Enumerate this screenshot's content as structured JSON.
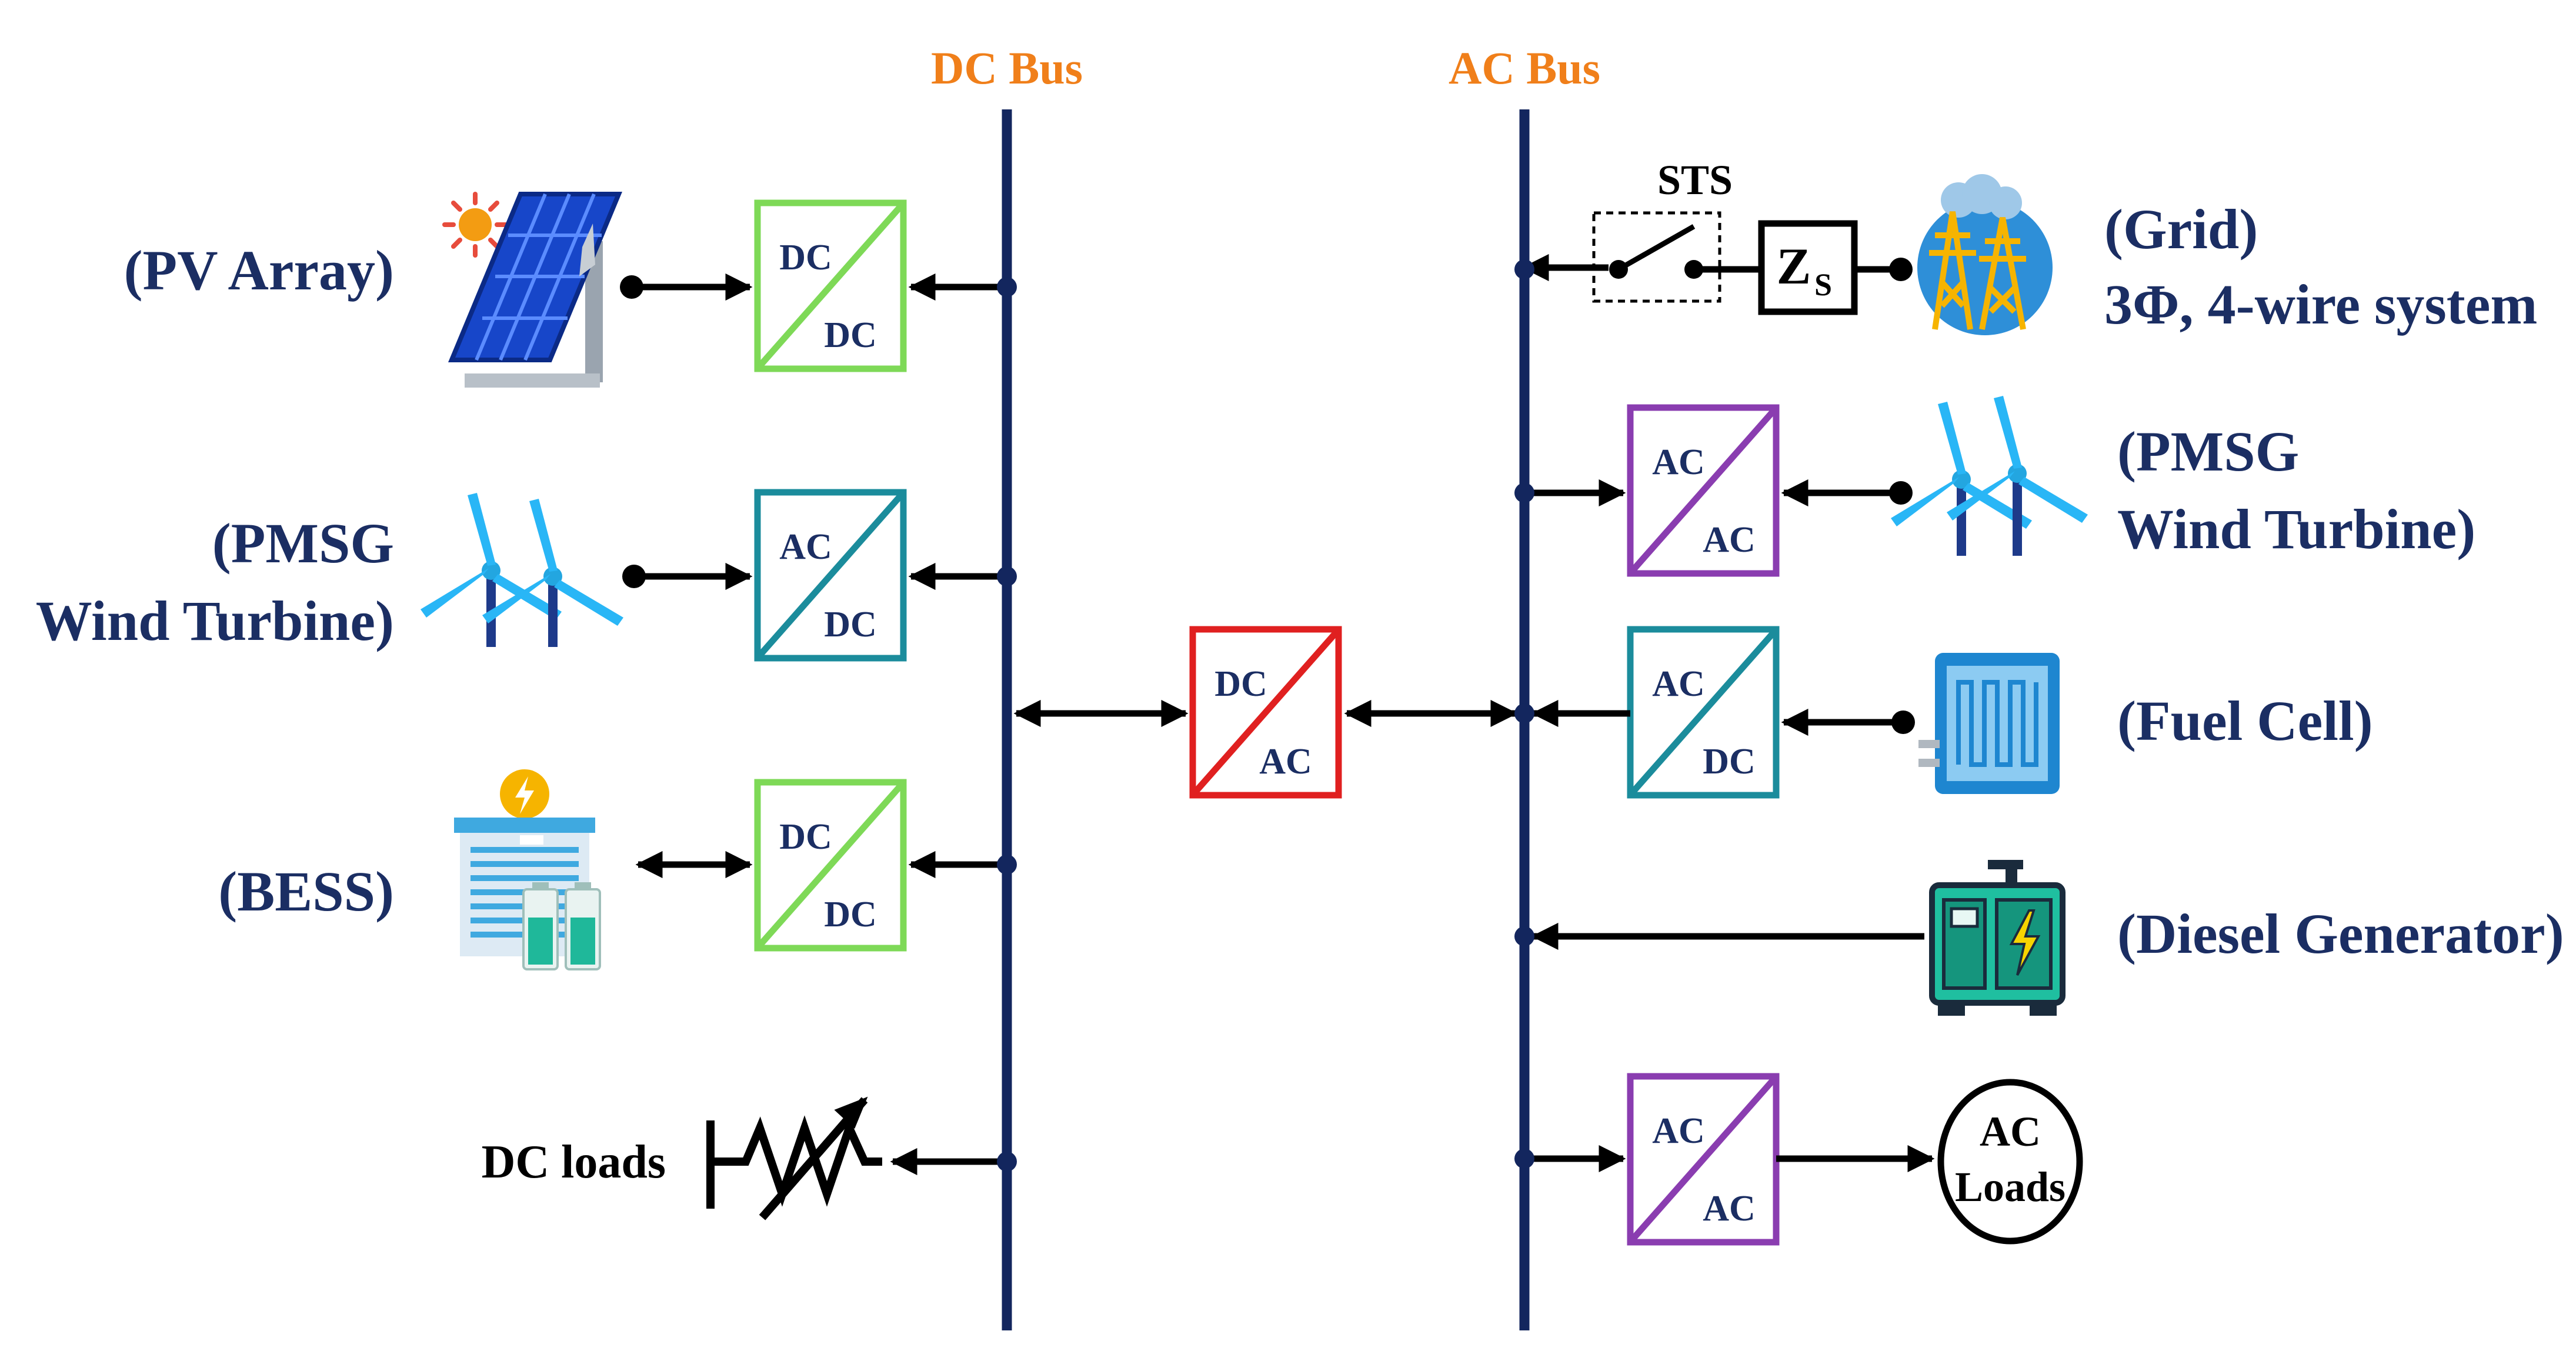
{
  "buses": {
    "dc": "DC Bus",
    "ac": "AC Bus"
  },
  "left_sources": {
    "pv": "(PV Array)",
    "wind": [
      "(PMSG",
      "Wind Turbine)"
    ],
    "bess": "(BESS)",
    "dc_loads": "DC loads"
  },
  "right_sources": {
    "grid": [
      "(Grid)",
      "3Φ, 4-wire system"
    ],
    "wind": [
      "(PMSG",
      "Wind Turbine)"
    ],
    "fuel_cell": "(Fuel Cell)",
    "diesel": "(Diesel Generator)",
    "ac_loads": [
      "AC",
      "Loads"
    ]
  },
  "grid_link": {
    "switch": "STS",
    "impedance": "Z",
    "impedance_sub": "S"
  },
  "converters": {
    "pv": [
      "DC",
      "DC"
    ],
    "wind_left": [
      "AC",
      "DC"
    ],
    "bess": [
      "DC",
      "DC"
    ],
    "interlink": [
      "DC",
      "AC"
    ],
    "wind_right": [
      "AC",
      "AC"
    ],
    "fuel_cell": [
      "AC",
      "DC"
    ],
    "ac_loads": [
      "AC",
      "AC"
    ]
  },
  "colors": {
    "bus": "#13265E",
    "bus_title": "#F07F1A",
    "label": "#1B2E63",
    "dc_dc": "#7ED957",
    "ac_dc": "#1B8C9C",
    "dc_ac": "#E02020",
    "ac_ac": "#8A3DB0"
  },
  "icons": [
    "sun-icon",
    "solar-panel-icon",
    "wind-turbine-icon",
    "battery-storage-icon",
    "variable-resistor-icon",
    "power-tower-icon",
    "fuel-cell-icon",
    "diesel-generator-icon"
  ]
}
